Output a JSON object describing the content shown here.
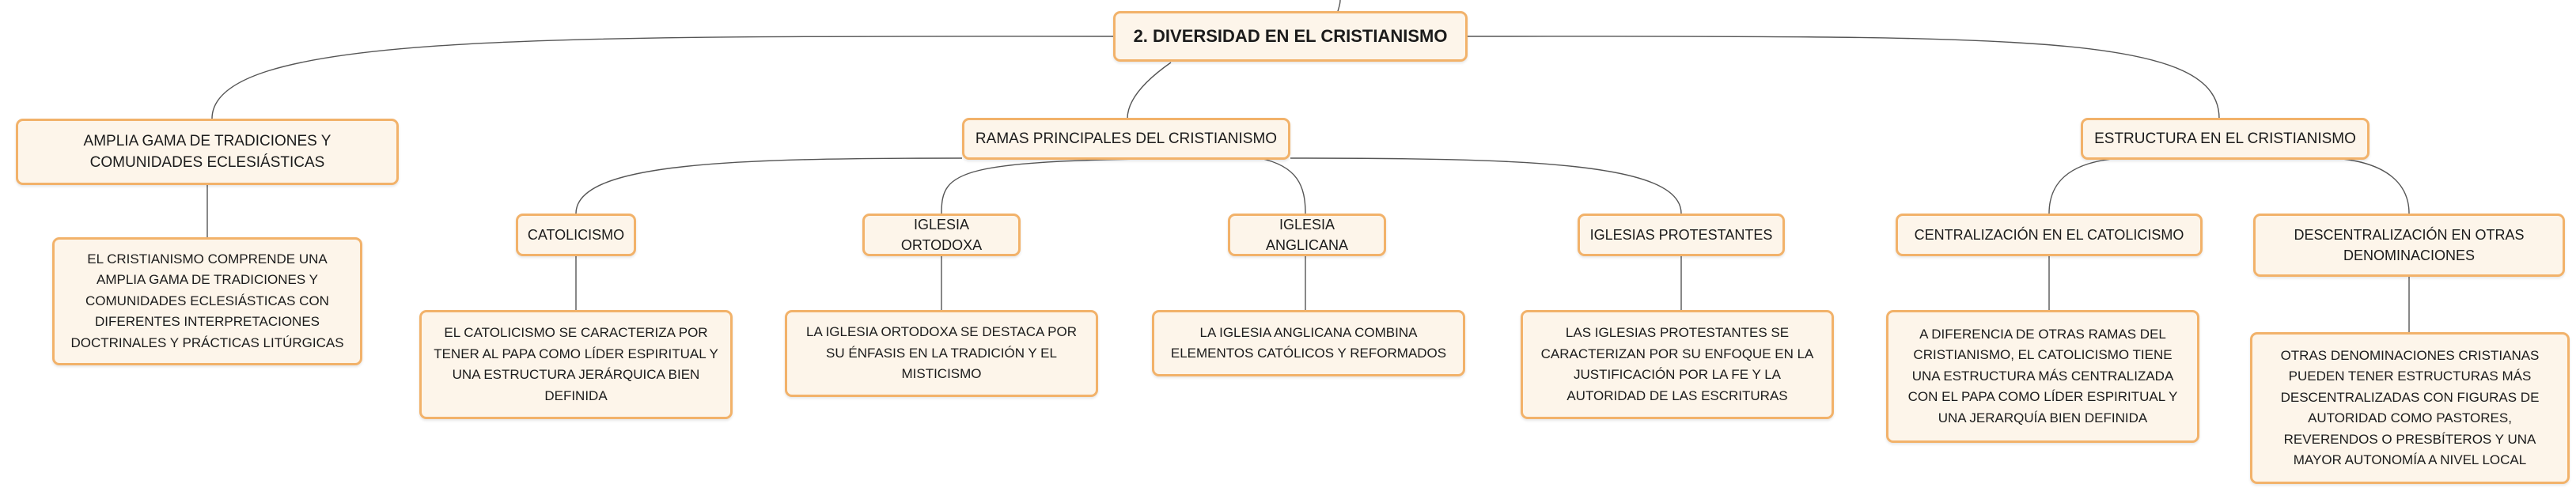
{
  "title": "2. DIVERSIDAD EN EL CRISTIANISMO",
  "branches": {
    "tradiciones": {
      "label": "AMPLIA GAMA DE TRADICIONES Y COMUNIDADES ECLESIÁSTICAS",
      "detail": "EL CRISTIANISMO COMPRENDE UNA AMPLIA GAMA DE TRADICIONES Y COMUNIDADES ECLESIÁSTICAS CON DIFERENTES INTERPRETACIONES DOCTRINALES Y PRÁCTICAS LITÚRGICAS"
    },
    "ramas": {
      "label": "RAMAS PRINCIPALES DEL CRISTIANISMO",
      "children": [
        {
          "label": "CATOLICISMO",
          "detail": "EL CATOLICISMO SE CARACTERIZA POR TENER AL PAPA COMO LÍDER ESPIRITUAL Y UNA ESTRUCTURA JERÁRQUICA BIEN DEFINIDA"
        },
        {
          "label": "IGLESIA ORTODOXA",
          "detail": "LA IGLESIA ORTODOXA SE DESTACA POR SU ÉNFASIS EN LA TRADICIÓN Y EL MISTICISMO"
        },
        {
          "label": "IGLESIA ANGLICANA",
          "detail": "LA IGLESIA ANGLICANA COMBINA ELEMENTOS CATÓLICOS Y REFORMADOS"
        },
        {
          "label": "IGLESIAS PROTESTANTES",
          "detail": "LAS IGLESIAS PROTESTANTES SE CARACTERIZAN POR SU ENFOQUE EN LA JUSTIFICACIÓN POR LA FE Y LA AUTORIDAD DE LAS ESCRITURAS"
        }
      ]
    },
    "estructura": {
      "label": "ESTRUCTURA EN EL CRISTIANISMO",
      "children": [
        {
          "label": "CENTRALIZACIÓN EN EL CATOLICISMO",
          "detail": "A DIFERENCIA DE OTRAS RAMAS DEL CRISTIANISMO, EL CATOLICISMO TIENE UNA ESTRUCTURA MÁS CENTRALIZADA CON EL PAPA COMO LÍDER ESPIRITUAL Y UNA JERARQUÍA BIEN DEFINIDA"
        },
        {
          "label": "DESCENTRALIZACIÓN EN OTRAS DENOMINACIONES",
          "detail": "OTRAS DENOMINACIONES CRISTIANAS PUEDEN TENER ESTRUCTURAS MÁS DESCENTRALIZADAS CON FIGURAS DE AUTORIDAD COMO PASTORES, REVERENDOS O PRESBÍTEROS Y UNA MAYOR AUTONOMÍA A NIVEL LOCAL"
        }
      ]
    }
  },
  "colors": {
    "node_border": "#f2b26a",
    "node_fill": "#fdf5ea",
    "connector": "#555555",
    "text": "#1b1b1b"
  }
}
